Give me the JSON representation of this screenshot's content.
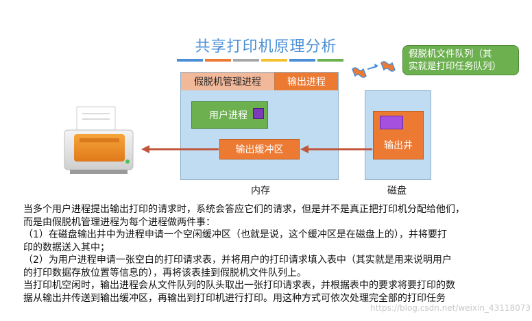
{
  "title": "共享打印机原理分析",
  "title_bar_colors": [
    "#4a8fd6",
    "#ec7a33",
    "#a7a7a7",
    "#f2c12e",
    "#4a8fd6",
    "#6db050"
  ],
  "memory": {
    "spool_manager_label": "假脱机管理进程",
    "output_process_label": "输出进程",
    "user_process_label": "用户进程",
    "output_buffer_label": "输出缓冲区",
    "caption": "内存"
  },
  "disk": {
    "output_well_label": "输出井",
    "caption": "磁盘"
  },
  "callout": {
    "line1": "假脱机文件队列（其",
    "line2": "实就是打印任务队列）"
  },
  "description": [
    "当多个用户进程提出输出打印的请求时，系统会答应它们的请求，但是并不是真正把打印机分配给他们，",
    "而是由假脱机管理进程为每个进程做两件事：",
    "（1）在磁盘输出井中为进程申请一个空闲缓冲区（也就是说，这个缓冲区是在磁盘上的），并将要打",
    "印的数据送入其中；",
    "（2）为用户进程申请一张空白的打印请求表，并将用户的打印请求填入表中（其实就是用来说明用户",
    "的打印数据存放位置等信息的），再将该表挂到假脱机文件队列上。",
    "当打印机空闲时，输出进程会从文件队列的队头取出一张打印请求表，并根据表中的要求将要打印的数",
    "据从输出井传送到输出缓冲区，再输出到打印机进行打印。用这种方式可依次处理完全部的打印任务"
  ],
  "watermark": "https://blog.csdn.net/weixin_43118073",
  "colors": {
    "memory_bg": "#bfdcf2",
    "orange": "#ec7a33",
    "green": "#6db050",
    "purple": "#7c3bb8",
    "arrow": "#c0563b"
  }
}
